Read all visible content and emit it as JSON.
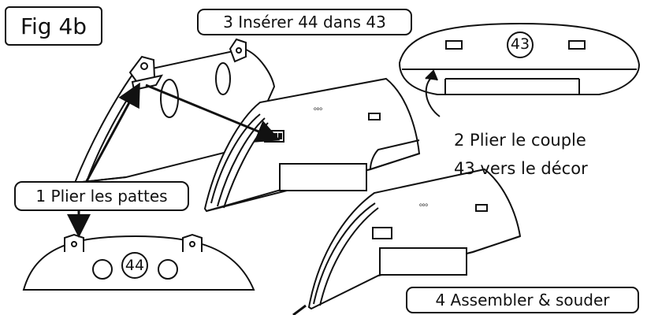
{
  "figure_label": "Fig 4b",
  "steps": {
    "step1": "1 Plier les pattes",
    "step2_line1": "2 Plier le couple",
    "step2_line2": "43 vers le décor",
    "step3": "3 Insérer 44 dans 43",
    "step4": "4 Assembler & souder"
  },
  "part_numbers": {
    "part43": "43",
    "part44": "44"
  }
}
